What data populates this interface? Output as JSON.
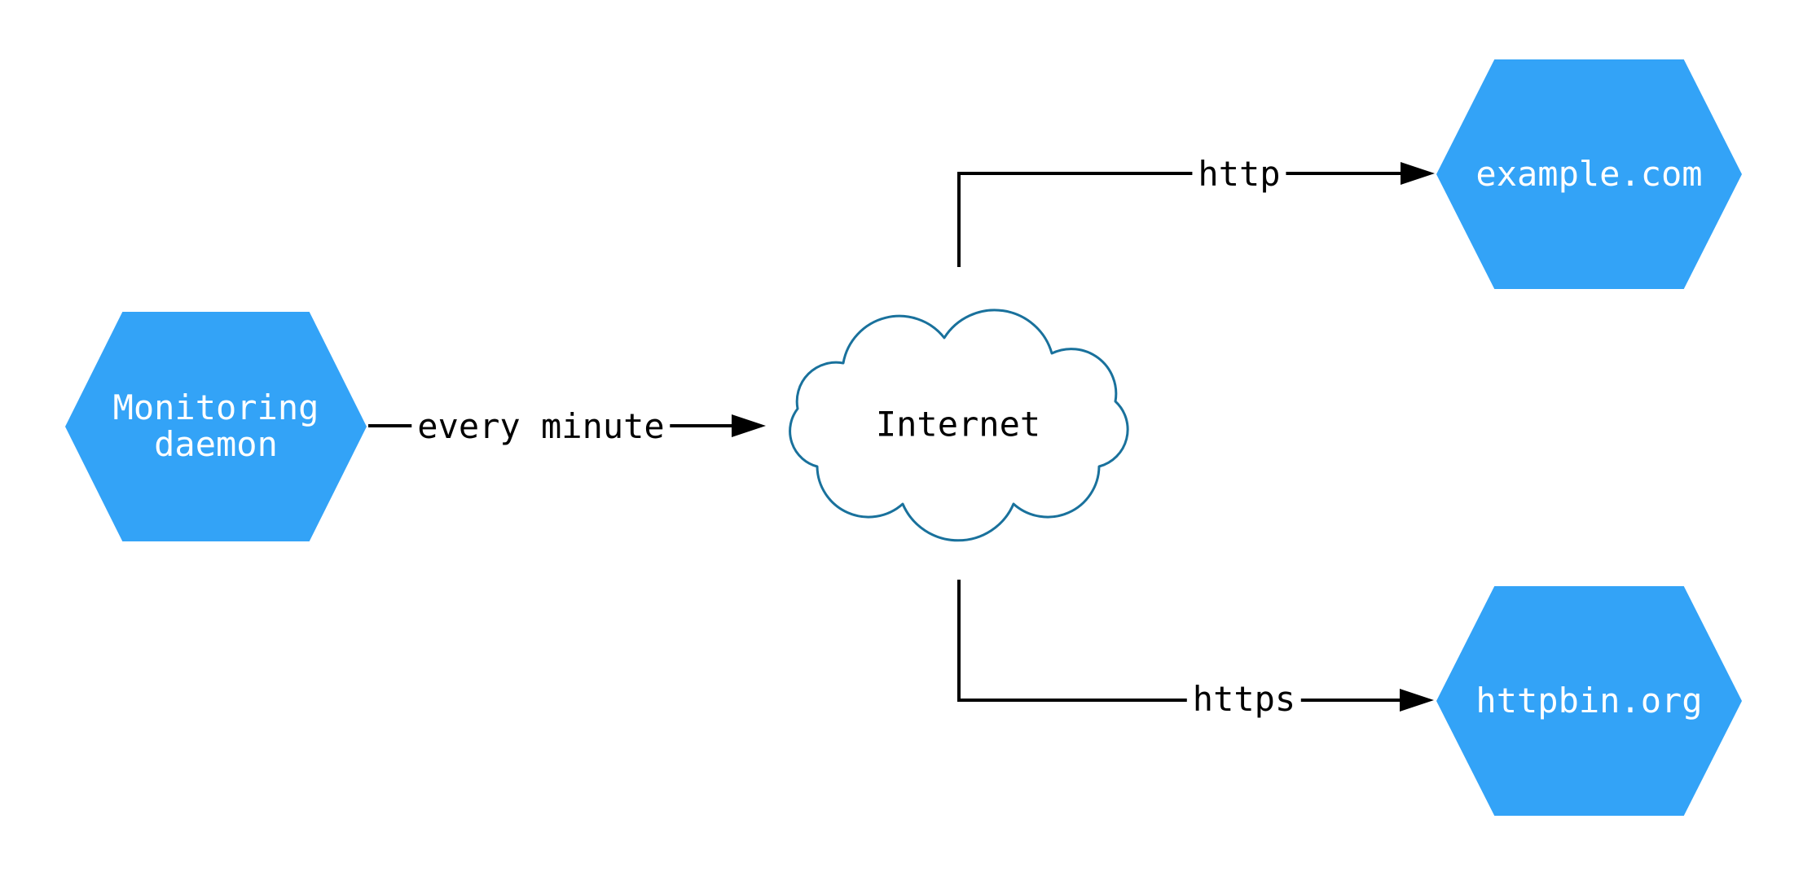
{
  "colors": {
    "node_fill": "#33a3f7",
    "node_text": "#ffffff",
    "cloud_stroke": "#19719c",
    "cloud_fill": "#ffffff",
    "edge_color": "#000000",
    "edge_label_text": "#000000",
    "background": "#ffffff"
  },
  "diagram": {
    "nodes": {
      "monitoring_daemon": {
        "label": "Monitoring daemon",
        "shape": "hexagon"
      },
      "internet": {
        "label": "Internet",
        "shape": "cloud"
      },
      "example_com": {
        "label": "example.com",
        "shape": "hexagon"
      },
      "httpbin_org": {
        "label": "httpbin.org",
        "shape": "hexagon"
      }
    },
    "edges": {
      "daemon_to_internet": {
        "from": "Monitoring daemon",
        "to": "Internet",
        "label": "every minute"
      },
      "internet_to_example": {
        "from": "Internet",
        "to": "example.com",
        "label": "http"
      },
      "internet_to_httpbin": {
        "from": "Internet",
        "to": "httpbin.org",
        "label": "https"
      }
    }
  }
}
